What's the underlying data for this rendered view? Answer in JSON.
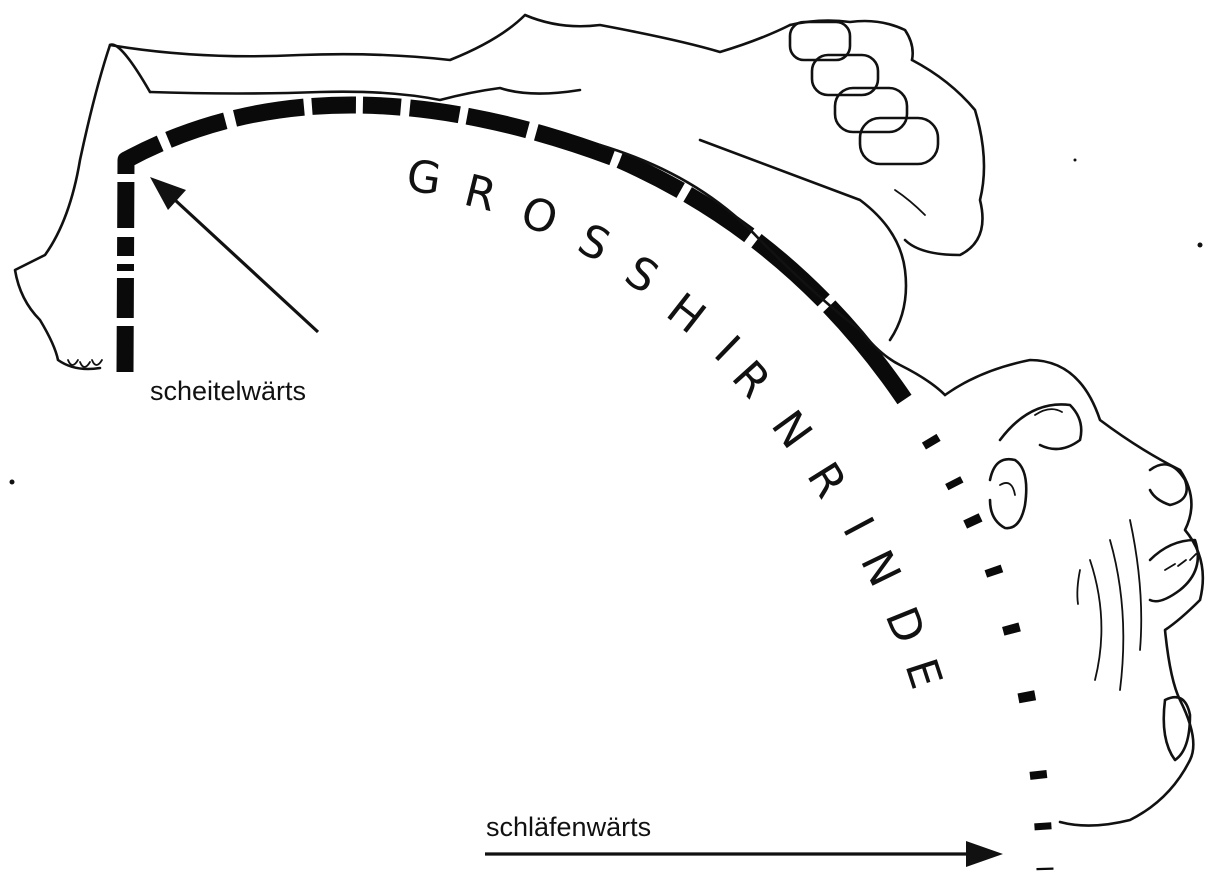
{
  "diagram": {
    "title_letters": [
      "G",
      "R",
      "O",
      "S",
      "S",
      "H",
      "I",
      "R",
      "N",
      "R",
      "I",
      "N",
      "D",
      "E"
    ],
    "labels": {
      "vertex_direction": "scheitelwärts",
      "temporal_direction": "schläfenwärts"
    },
    "colors": {
      "ink": "#111111",
      "background": "#ffffff"
    }
  }
}
